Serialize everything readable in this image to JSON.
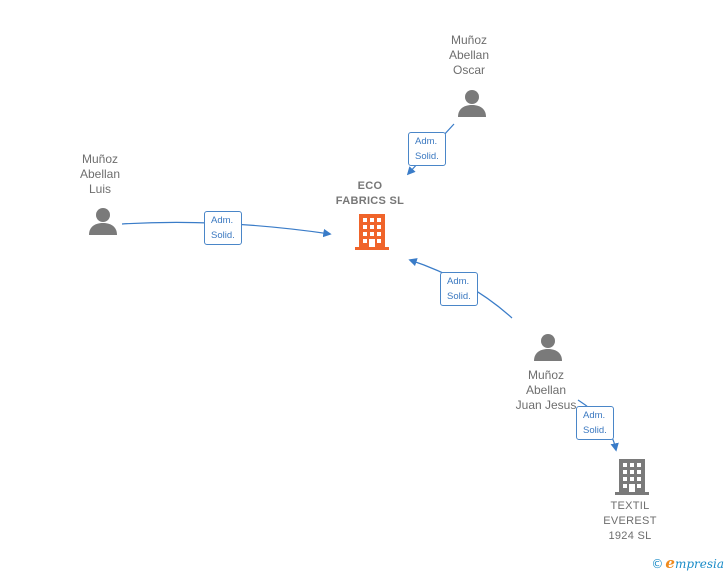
{
  "nodes": {
    "luis": {
      "lines": [
        "Muñoz",
        "Abellan",
        "Luis"
      ]
    },
    "oscar": {
      "lines": [
        "Muñoz",
        "Abellan",
        "Oscar"
      ]
    },
    "juan": {
      "lines": [
        "Muñoz",
        "Abellan",
        "Juan Jesus"
      ]
    },
    "eco": {
      "lines": [
        "ECO",
        "FABRICS  SL"
      ]
    },
    "textil": {
      "lines": [
        "TEXTIL",
        "EVEREST",
        "1924  SL"
      ]
    }
  },
  "edges": {
    "oscar_eco": {
      "lines": [
        "Adm.",
        "Solid."
      ]
    },
    "luis_eco": {
      "lines": [
        "Adm.",
        "Solid."
      ]
    },
    "juan_eco": {
      "lines": [
        "Adm.",
        "Solid."
      ]
    },
    "juan_textil": {
      "lines": [
        "Adm.",
        "Solid."
      ]
    }
  },
  "brand": {
    "copyright": "©",
    "initial": "e",
    "rest": "mpresia"
  },
  "colors": {
    "edge": "#3a7cc8",
    "person": "#7a7a7a",
    "company_main": "#f0642a",
    "company_other": "#7a7a7a"
  }
}
